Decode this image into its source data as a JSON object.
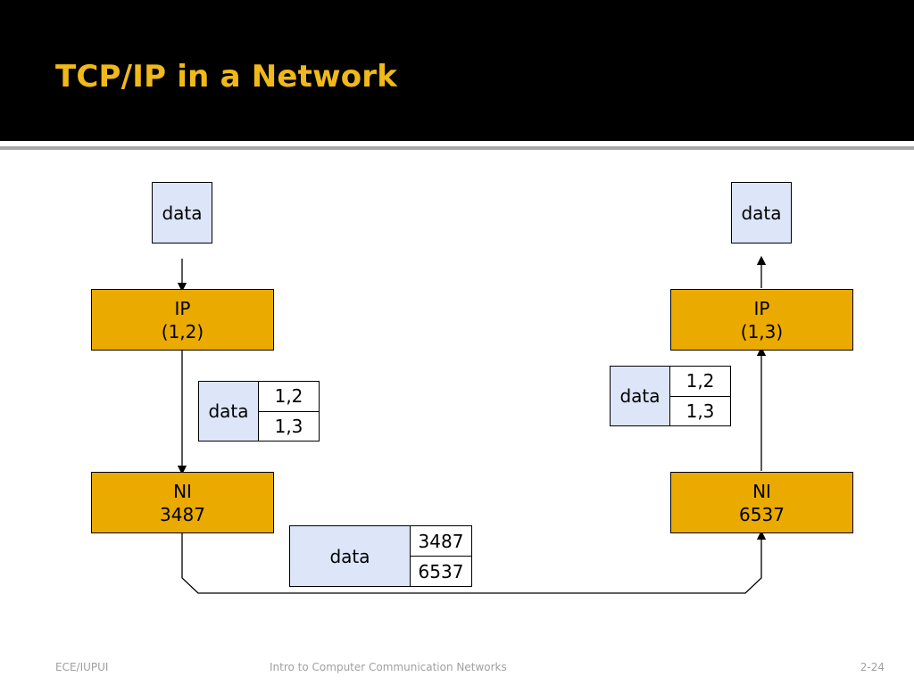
{
  "slide": {
    "title": "TCP/IP in a Network"
  },
  "sender": {
    "data_label": "data",
    "ip": {
      "name": "IP",
      "address": "(1,2)"
    },
    "ni": {
      "name": "NI",
      "address": "3487"
    }
  },
  "receiver": {
    "data_label": "data",
    "ip": {
      "name": "IP",
      "address": "(1,3)"
    },
    "ni": {
      "name": "NI",
      "address": "6537"
    }
  },
  "ip_packet_left": {
    "data": "data",
    "src": "1,2",
    "dst": "1,3"
  },
  "ip_packet_right": {
    "data": "data",
    "src": "1,2",
    "dst": "1,3"
  },
  "frame": {
    "data": "data",
    "src": "3487",
    "dst": "6537"
  },
  "footer": {
    "left": "ECE/IUPUI",
    "center": "Intro to Computer Communication Networks",
    "right": "2-24"
  },
  "colors": {
    "header_bg": "#000000",
    "title": "#f0b91a",
    "layer_box": "#eaaa00",
    "data_box": "#dde5f8"
  }
}
